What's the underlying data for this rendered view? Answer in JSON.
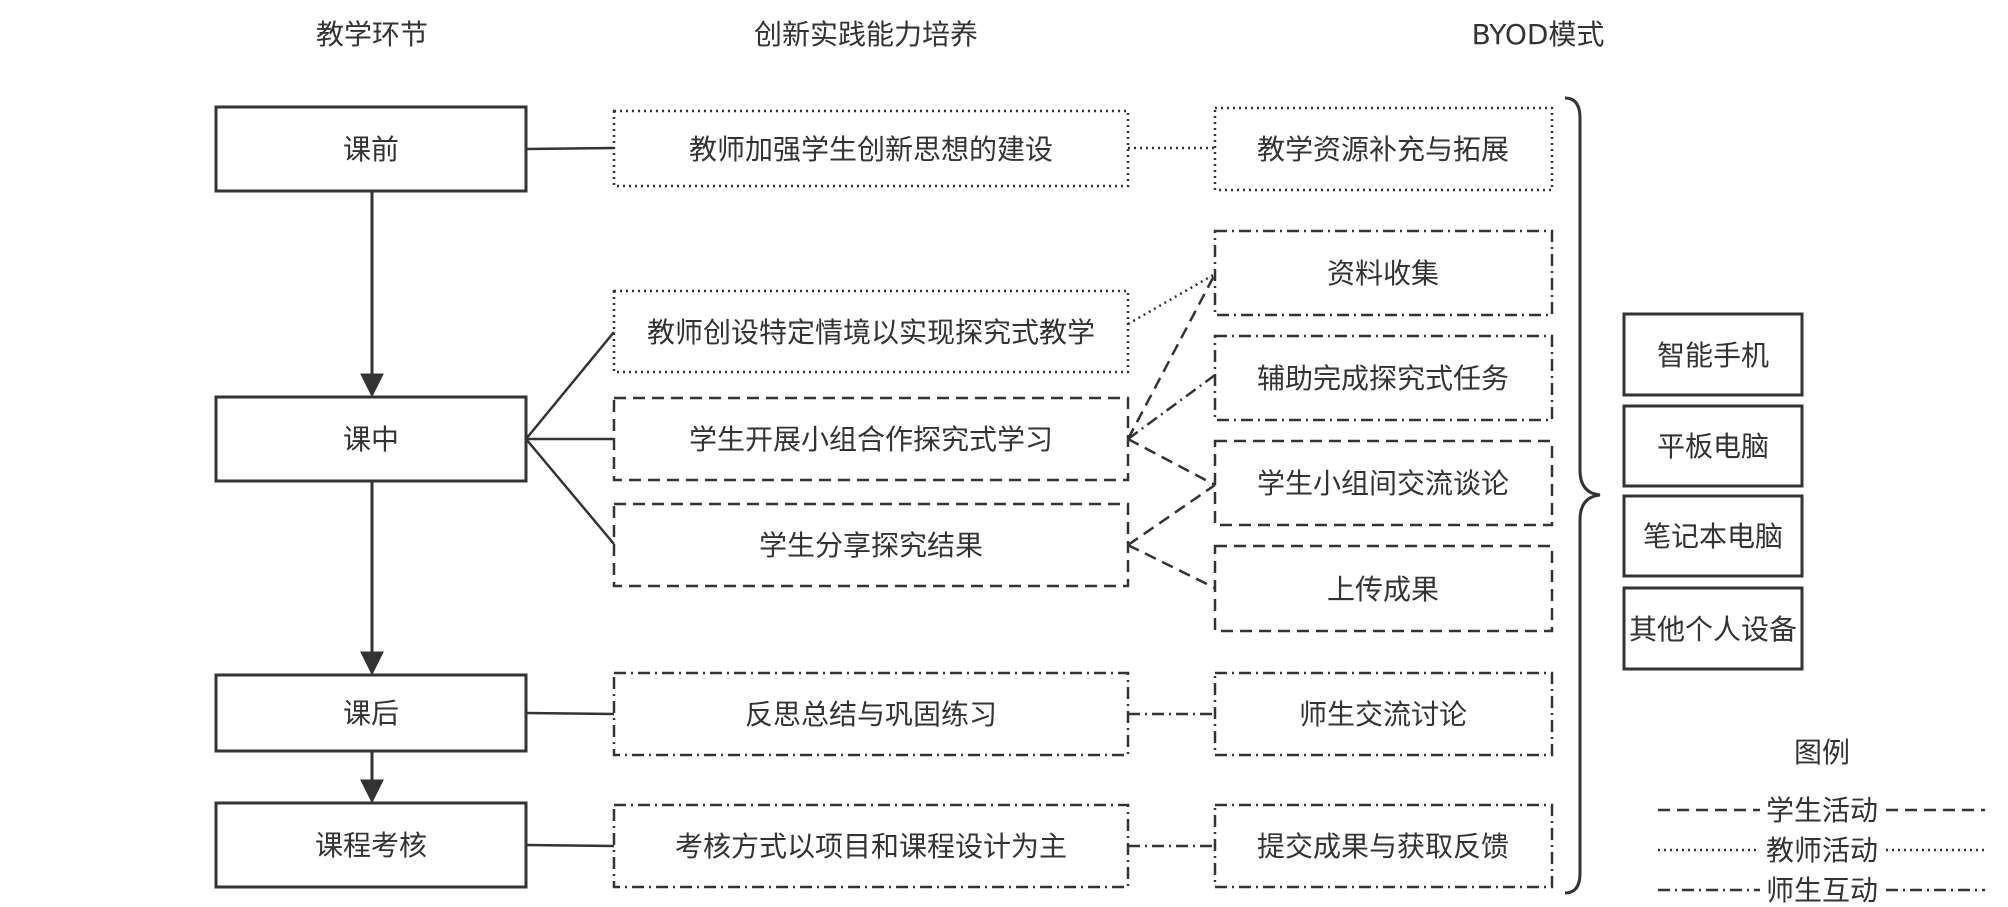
{
  "headers": {
    "col1": "教学环节",
    "col2": "创新实践能力培养",
    "col3": "BYOD模式"
  },
  "stages": {
    "pre": "课前",
    "in": "课中",
    "post": "课后",
    "assess": "课程考核"
  },
  "practice": {
    "teacher_thinking": "教师加强学生创新思想的建设",
    "teacher_scenario": "教师创设特定情境以实现探究式教学",
    "group_inquiry": "学生开展小组合作探究式学习",
    "share_results": "学生分享探究结果",
    "reflect": "反思总结与巩固练习",
    "assess_method": "考核方式以项目和课程设计为主"
  },
  "byod": {
    "resources": "教学资源补充与拓展",
    "collect": "资料收集",
    "assist": "辅助完成探究式任务",
    "exchange": "学生小组间交流谈论",
    "upload": "上传成果",
    "discuss": "师生交流讨论",
    "submit": "提交成果与获取反馈"
  },
  "devices": {
    "phone": "智能手机",
    "tablet": "平板电脑",
    "laptop": "笔记本电脑",
    "other": "其他个人设备"
  },
  "legend": {
    "title": "图例",
    "student": "学生活动",
    "teacher": "教师活动",
    "interaction": "师生互动"
  },
  "colors": {
    "stroke": "#333333",
    "text": "#333333",
    "background": "#ffffff"
  }
}
